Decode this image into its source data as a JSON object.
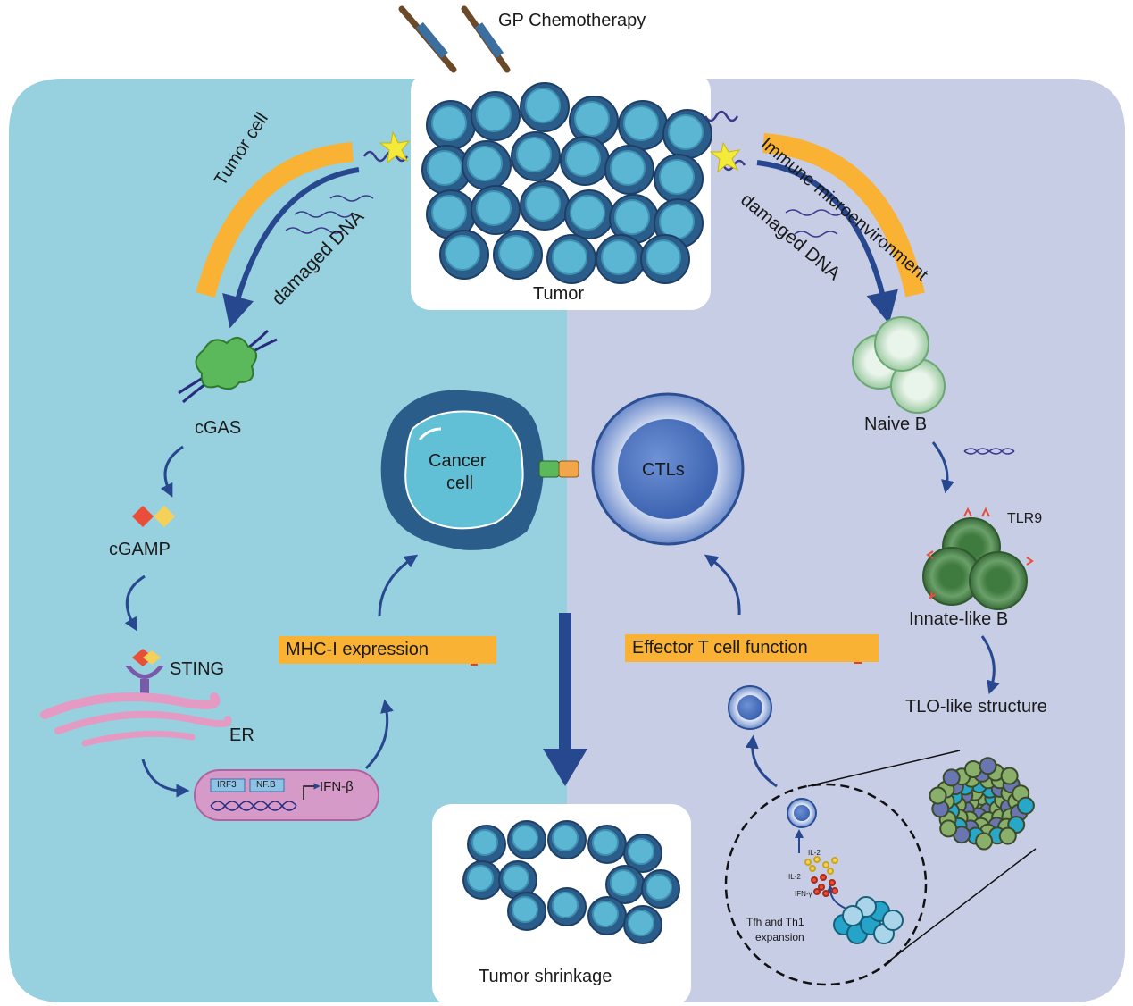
{
  "top_title": "GP Chemotherapy",
  "tumor_label": "Tumor",
  "left_arc_label": "Tumor cell",
  "left_dna_label": "damaged DNA",
  "right_arc_label": "Immune microenvironment",
  "right_dna_label": "damaged DNA",
  "cgas_label": "cGAS",
  "cgamp_label": "cGAMP",
  "sting_label": "STING",
  "er_label": "ER",
  "irf3_label": "IRF3",
  "nfb_label": "NF.B",
  "ifnb_label": "IFN-β",
  "mhc_label": "MHC-I expression",
  "cancer_cell_line1": "Cancer",
  "cancer_cell_line2": "cell",
  "ctls_label": "CTLs",
  "naive_b_label": "Naive B",
  "tlr9_label": "TLR9",
  "innate_b_label": "Innate-like B",
  "tlo_label": "TLO-like structure",
  "effector_label": "Effector T cell function",
  "il2_a": "IL-2",
  "il2_b": "IL-2",
  "ifng_label": "IFN-γ",
  "tfh_line1": "Tfh and Th1",
  "tfh_line2": "expansion",
  "shrinkage_label": "Tumor shrinkage",
  "colors": {
    "left_panel": "#97d0de",
    "right_panel": "#c8cde6",
    "arrow": "#27478f",
    "badge": "#f9b233",
    "tumor_cell": "#5ab6d3",
    "tumor_dark": "#2a5a8c",
    "naive_b": "#b9dcc0",
    "innate_b": "#4e8a4e",
    "er": "#e49ac3",
    "up_arrow": "#e83e1c"
  }
}
